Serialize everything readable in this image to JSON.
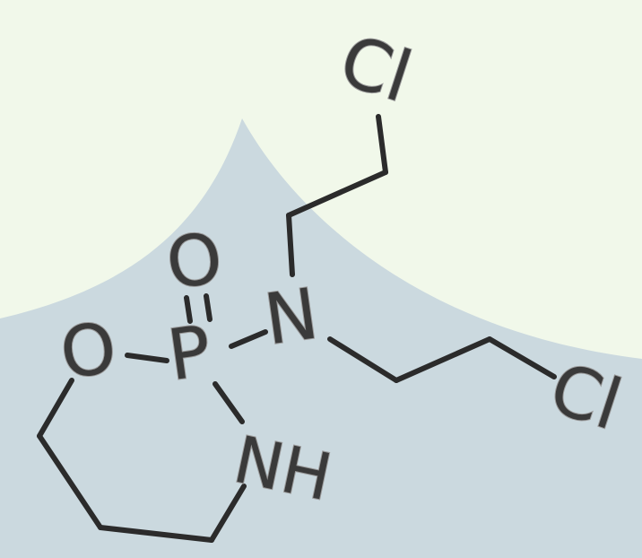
{
  "diagram": {
    "type": "chemical-structure",
    "colors": {
      "background": "#f1f8ea",
      "backdrop": "#cbd9df",
      "bond": "#2b2b2b",
      "label": "#3a3a3a"
    },
    "atoms": {
      "cl_top": "Cl",
      "cl_right": "Cl",
      "n": "N",
      "p": "P",
      "o_double": "O",
      "o_ring": "O",
      "nh": "NH"
    }
  }
}
